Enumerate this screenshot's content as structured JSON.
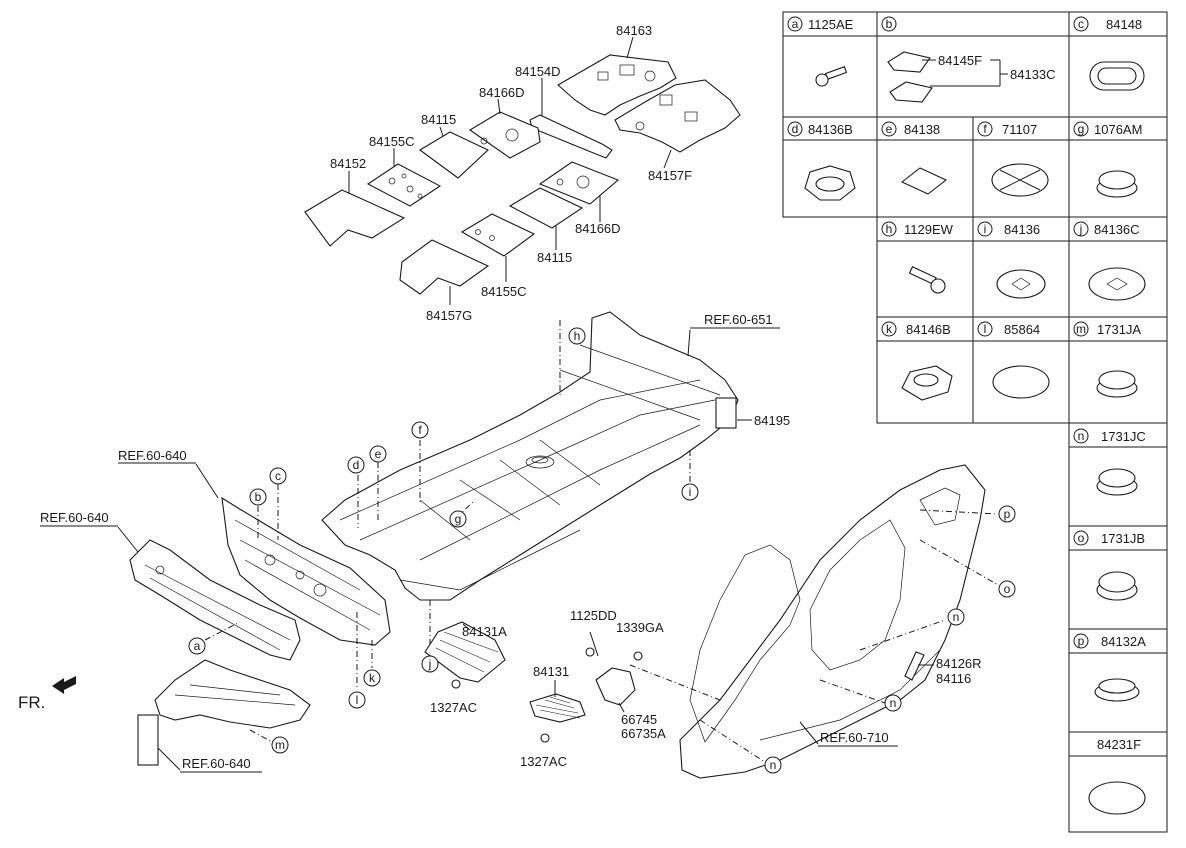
{
  "pads": {
    "p84163": "84163",
    "p84154D": "84154D",
    "p84166D_top": "84166D",
    "p84115_top": "84115",
    "p84155C_top": "84155C",
    "p84152": "84152",
    "p84157F": "84157F",
    "p84166D_bot": "84166D",
    "p84115_bot": "84115",
    "p84155C_bot": "84155C",
    "p84157G": "84157G"
  },
  "refs": {
    "r651": "REF.60-651",
    "r640_a": "REF.60-640",
    "r640_b": "REF.60-640",
    "r640_c": "REF.60-640",
    "r710": "REF.60-710"
  },
  "floor": {
    "p84195": "84195",
    "p84131A": "84131A",
    "p1327AC_a": "1327AC",
    "p84131": "84131",
    "p1327AC_b": "1327AC",
    "p1125DD": "1125DD",
    "p1339GA": "1339GA",
    "p66745": "66745",
    "p66735A": "66735A",
    "p84126R": "84126R",
    "p84116": "84116"
  },
  "callouts": {
    "h": "h",
    "d": "d",
    "e": "e",
    "f": "f",
    "g": "g",
    "i": "i",
    "c": "c",
    "b": "b",
    "a": "a",
    "k": "k",
    "l": "l",
    "m": "m",
    "j": "j",
    "p": "p",
    "o": "o",
    "n1": "n",
    "n2": "n",
    "n3": "n"
  },
  "front_indicator": "FR.",
  "legend": {
    "a": {
      "letter": "a",
      "part": "1125AE"
    },
    "b": {
      "letter": "b",
      "part": "",
      "sub1": "84145F",
      "sub2": "84133C"
    },
    "c": {
      "letter": "c",
      "part": "84148"
    },
    "d": {
      "letter": "d",
      "part": "84136B"
    },
    "e": {
      "letter": "e",
      "part": "84138"
    },
    "f": {
      "letter": "f",
      "part": "71107"
    },
    "g": {
      "letter": "g",
      "part": "1076AM"
    },
    "h": {
      "letter": "h",
      "part": "1129EW"
    },
    "i": {
      "letter": "i",
      "part": "84136"
    },
    "j": {
      "letter": "j",
      "part": "84136C"
    },
    "k": {
      "letter": "k",
      "part": "84146B"
    },
    "l": {
      "letter": "l",
      "part": "85864"
    },
    "m": {
      "letter": "m",
      "part": "1731JA"
    },
    "n": {
      "letter": "n",
      "part": "1731JC"
    },
    "o": {
      "letter": "o",
      "part": "1731JB"
    },
    "p": {
      "letter": "p",
      "part": "84132A"
    },
    "x": {
      "part": "84231F"
    }
  }
}
